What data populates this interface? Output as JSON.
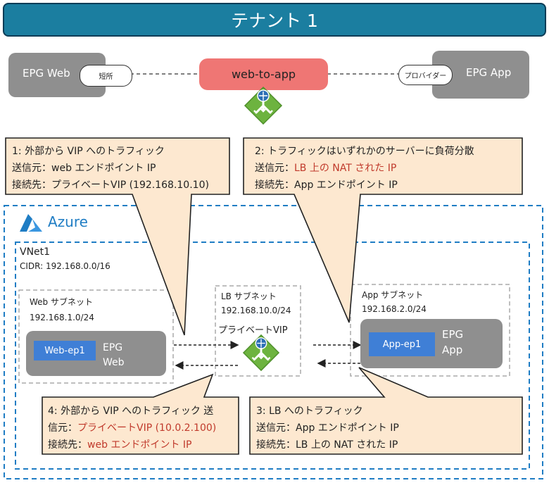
{
  "tenant": {
    "title": "テナント 1"
  },
  "epg_row": {
    "epg_web": "EPG Web",
    "consumer_pill": "短所",
    "contract": "web-to-app",
    "provider_pill": "プロバイダー",
    "epg_app": "EPG App"
  },
  "callouts": {
    "c1": {
      "line1": "1: 外部から VIP へのトラフィック",
      "line2": "送信元：web エンドポイント IP",
      "line3": "接続先：プライベートVIP (192.168.10.10)"
    },
    "c2": {
      "line1": "2: トラフィックはいずれかのサーバーに負荷分散",
      "line2_label": "送信元：",
      "line2_value": "LB 上の NAT された IP",
      "line3": "接続先：App エンドポイント IP"
    },
    "c3": {
      "line1": "3: LB へのトラフィック",
      "line2": "送信元：App エンドポイント IP",
      "line3": "接続先：LB 上の NAT された IP"
    },
    "c4": {
      "line1": "4: 外部から VIP へのトラフィック 送",
      "line2_label": "信元：",
      "line2_value": "プライベートVIP (10.0.2.100)",
      "line3_label": "接続先：",
      "line3_value": "web エンドポイント IP"
    }
  },
  "azure": {
    "label": "Azure",
    "vnet_label": "VNet1",
    "cidr": "CIDR: 192.168.0.0/16"
  },
  "web_subnet": {
    "title": "Web サブネット",
    "cidr": "192.168.1.0/24",
    "ep": "Web-ep1",
    "epg_line1": "EPG",
    "epg_line2": "Web"
  },
  "lb_subnet": {
    "title": "LB サブネット",
    "cidr": "192.168.10.0/24",
    "vip": "プライベートVIP"
  },
  "app_subnet": {
    "title": "App サブネット",
    "cidr": "192.168.2.0/24",
    "ep": "App-ep1",
    "epg_line1": "EPG",
    "epg_line2": "App"
  },
  "colors": {
    "tenant_bar": "#1b7ea0",
    "contract": "#ef7674",
    "callout_fill": "#fde8d0",
    "azure_blue": "#1f7dc4",
    "lb_green": "#6db33f",
    "endpoint_blue": "#3f7fd6",
    "highlight_red": "#c0392b"
  },
  "icons": [
    "load-balancer-icon",
    "azure-logo-icon"
  ]
}
